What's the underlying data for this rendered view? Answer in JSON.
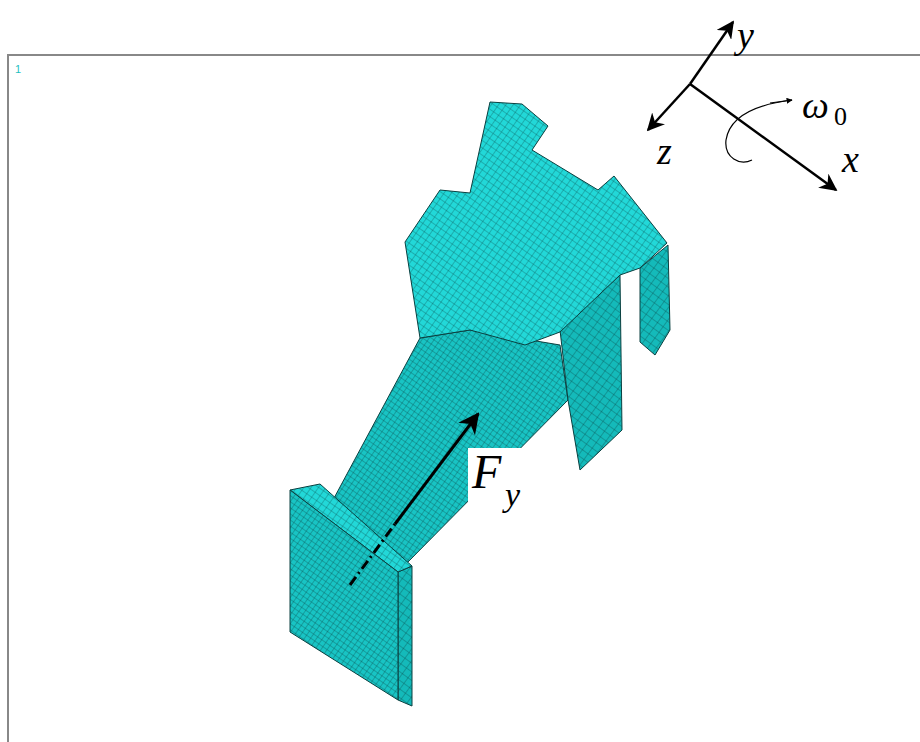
{
  "diagram": {
    "labels": [
      "1",
      "y",
      "z",
      "ω",
      "0",
      "x",
      "F",
      "y"
    ]
  }
}
